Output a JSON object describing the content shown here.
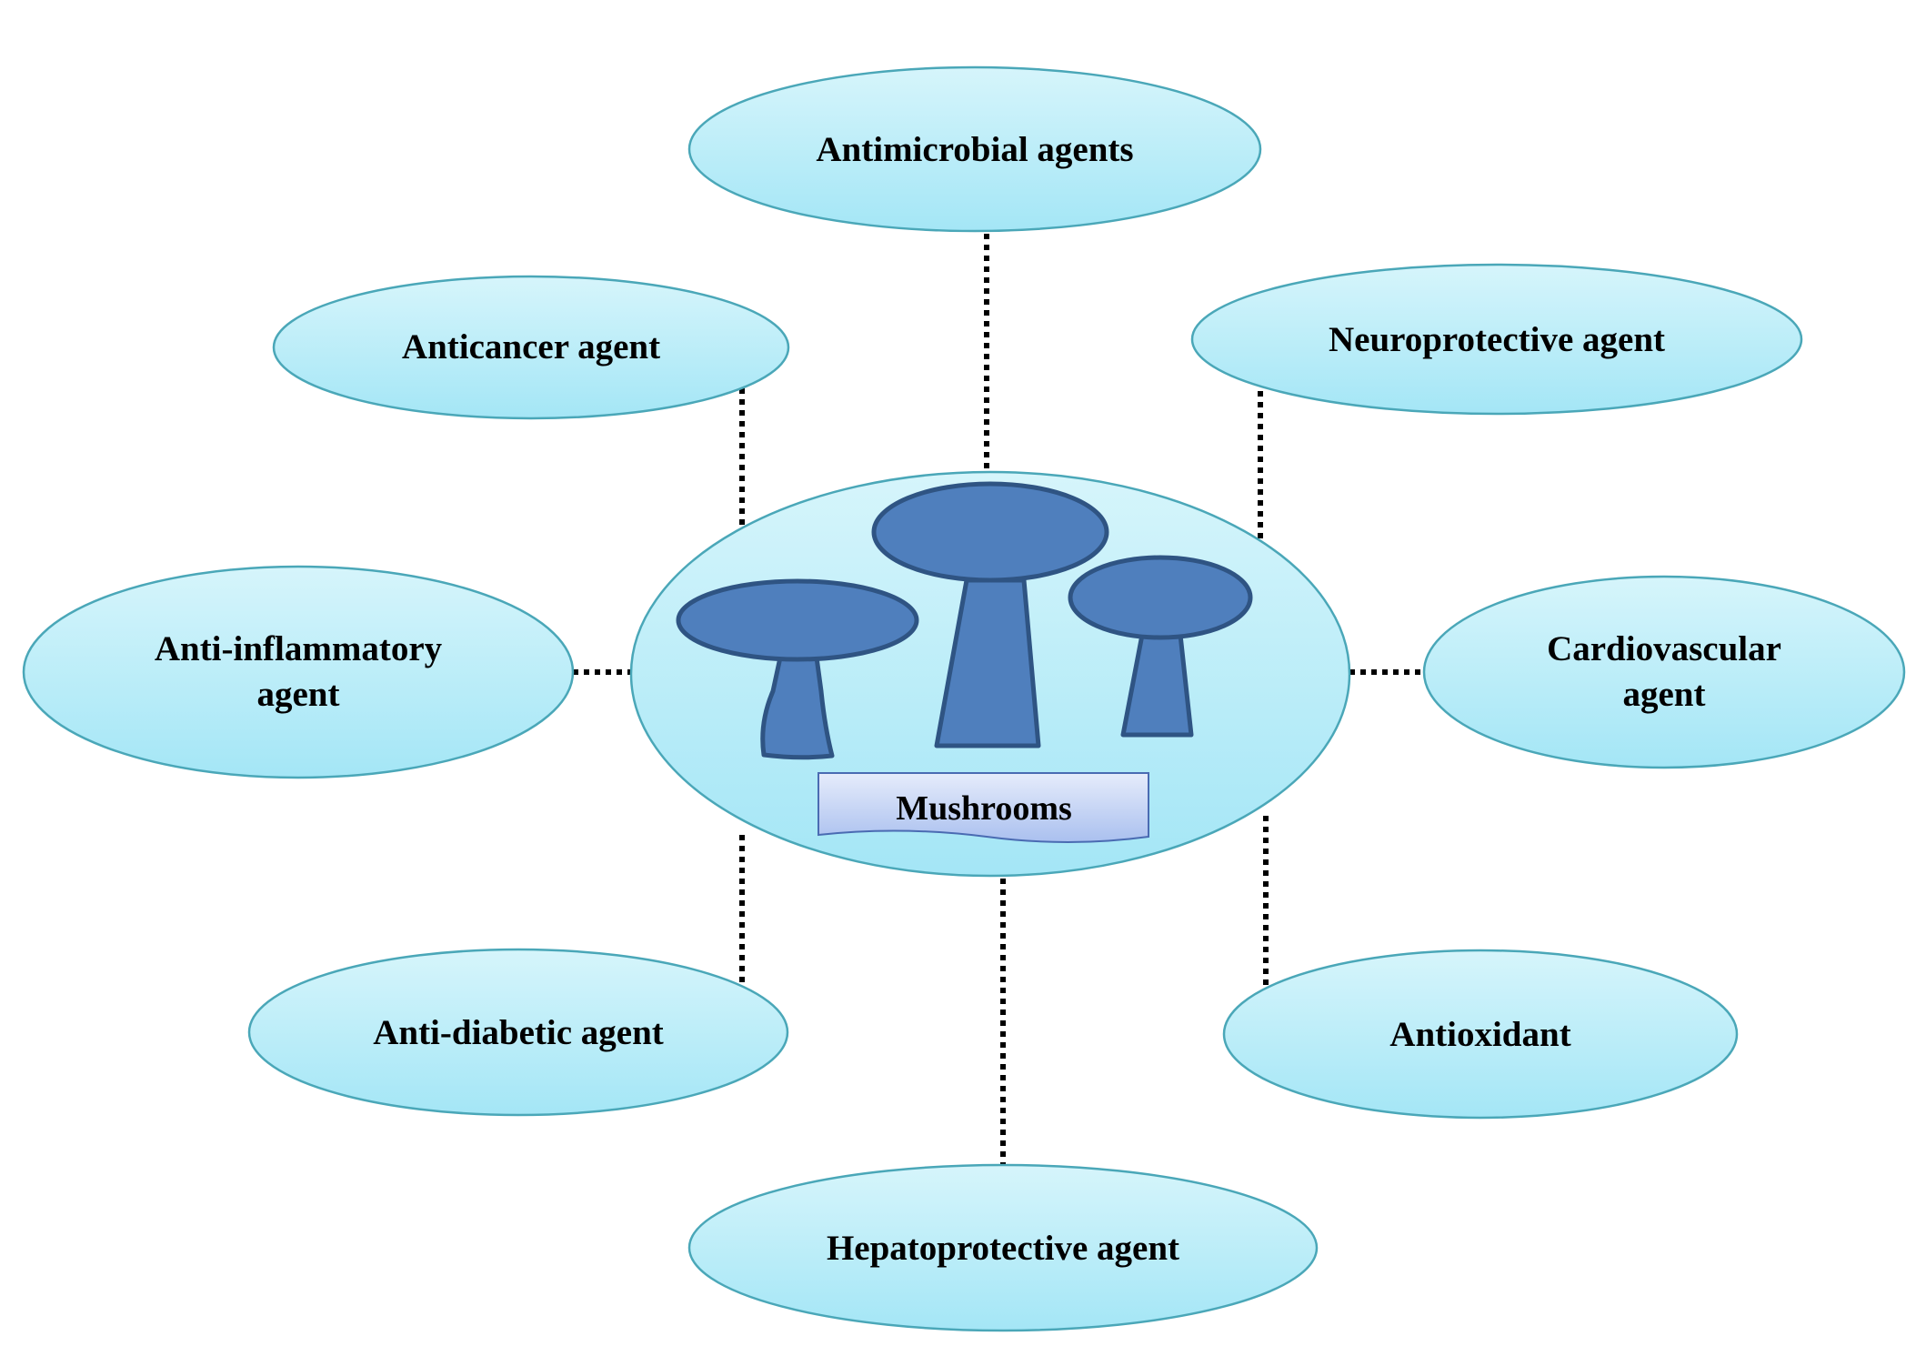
{
  "center": {
    "label": "Mushrooms"
  },
  "nodes": {
    "antimicrobial": {
      "lines": [
        "Antimicrobial agents"
      ]
    },
    "anticancer": {
      "lines": [
        "Anticancer agent"
      ]
    },
    "neuroprotective": {
      "lines": [
        "Neuroprotective agent"
      ]
    },
    "anti_inflammatory": {
      "lines": [
        "Anti-inflammatory",
        "agent"
      ]
    },
    "cardiovascular": {
      "lines": [
        "Cardiovascular",
        "agent"
      ]
    },
    "anti_diabetic": {
      "lines": [
        "Anti-diabetic agent"
      ]
    },
    "antioxidant": {
      "lines": [
        "Antioxidant"
      ]
    },
    "hepatoprotective": {
      "lines": [
        "Hepatoprotective agent"
      ]
    }
  },
  "colors": {
    "ellipse_fill_top": "#d6f5fb",
    "ellipse_fill_bottom": "#a4e6f6",
    "ellipse_stroke": "#4aa7b8",
    "mushroom_fill": "#4f7fbd",
    "mushroom_stroke": "#2f5483",
    "label_fill_top": "#e6ecfb",
    "label_fill_bottom": "#aac0ef",
    "label_stroke": "#4a6bb2",
    "connector": "#000000"
  }
}
